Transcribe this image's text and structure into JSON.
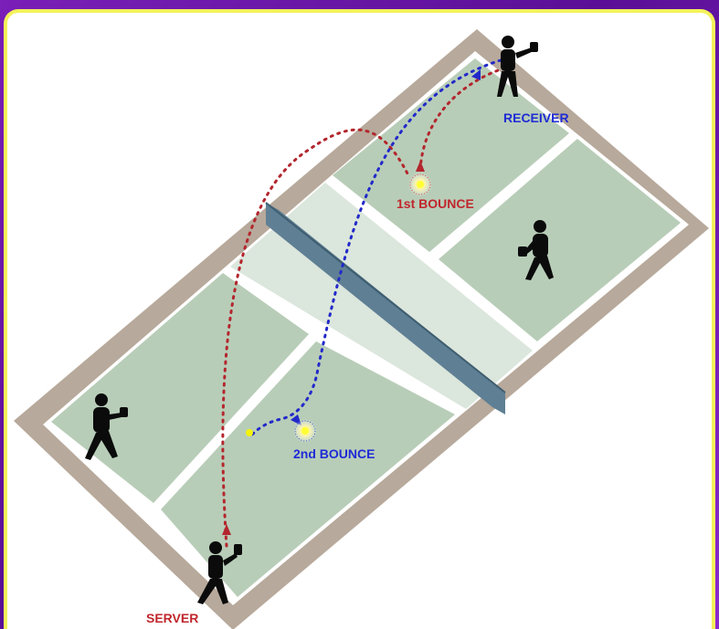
{
  "labels": {
    "receiver": "RECEIVER",
    "server": "SERVER",
    "first_bounce": "1st BOUNCE",
    "second_bounce": "2nd BOUNCE"
  },
  "colors": {
    "border_frame": "#f3f25a",
    "background": "#6a18a8",
    "court_surround": "#b7a99b",
    "court_green": "#b8cdb8",
    "kitchen_green": "#dbe6dc",
    "lines": "#ffffff",
    "net": "#5f7f94",
    "serve_path": "#b3262d",
    "return_path": "#2229c9",
    "receiver_label": "#1f2bd6",
    "server_label": "#c0262d",
    "first_bounce_label": "#c0262d",
    "second_bounce_label": "#1f2bd6",
    "player": "#0b0b0b"
  },
  "icons": [
    "player-silhouette",
    "bounce-burst",
    "arrowhead"
  ]
}
